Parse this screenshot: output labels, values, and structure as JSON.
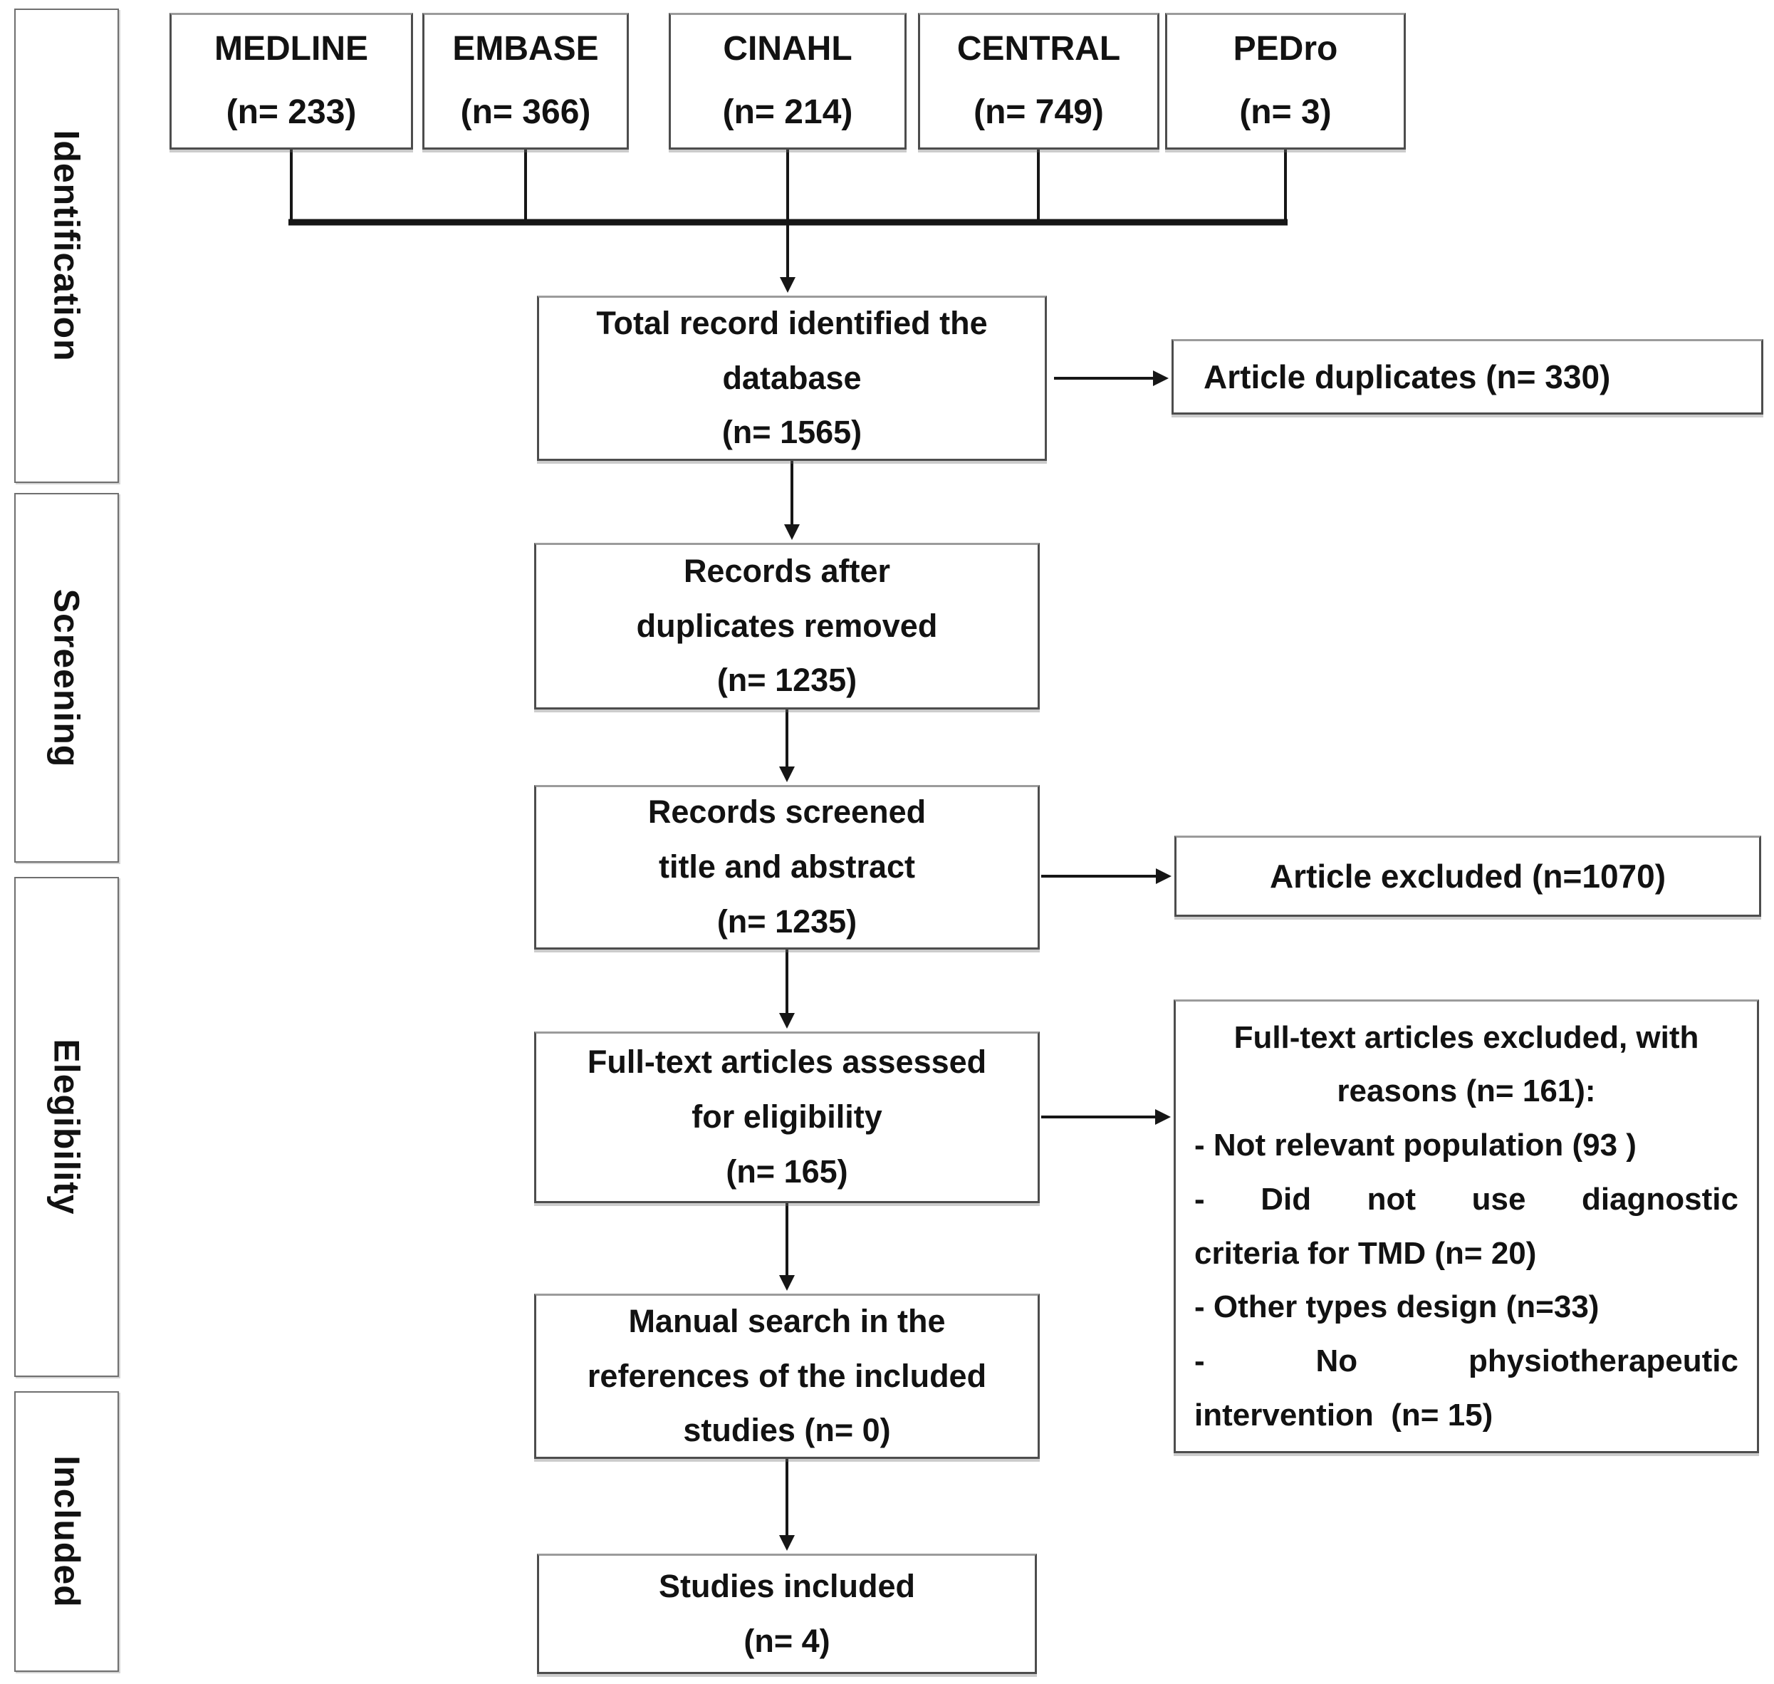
{
  "sidebar": {
    "stages": [
      {
        "label": "Identification"
      },
      {
        "label": "Screening"
      },
      {
        "label": "Elegibility"
      },
      {
        "label": "Included"
      }
    ]
  },
  "databases": [
    {
      "name": "MEDLINE",
      "count": "(n= 233)"
    },
    {
      "name": "EMBASE",
      "count": "(n= 366)"
    },
    {
      "name": "CINAHL",
      "count": "(n= 214)"
    },
    {
      "name": "CENTRAL",
      "count": "(n= 749)"
    },
    {
      "name": "PEDro",
      "count": "(n= 3)"
    }
  ],
  "boxes": {
    "total_identified": {
      "lines": [
        "Total record identified the",
        "database",
        "(n= 1565)"
      ]
    },
    "article_duplicates": {
      "text": "Article duplicates (n= 330)"
    },
    "after_duplicates": {
      "lines": [
        "Records after",
        "duplicates removed",
        "(n= 1235)"
      ]
    },
    "records_screened": {
      "lines": [
        "Records screened",
        "title and abstract",
        "(n= 1235)"
      ]
    },
    "article_excluded": {
      "text": "Article excluded (n=1070)"
    },
    "fulltext_assessed": {
      "lines": [
        "Full-text articles assessed",
        "for eligibility",
        "(n= 165)"
      ]
    },
    "fulltext_excluded": {
      "lines": [
        "Full-text articles excluded, with",
        "reasons (n= 161):",
        "- Not relevant population (93 )",
        "- Did not use diagnostic",
        "criteria for TMD (n= 20)",
        "- Other types design (n=33)",
        "- No physiotherapeutic",
        "intervention  (n= 15)"
      ]
    },
    "manual_search": {
      "lines": [
        "Manual search in the",
        "references of the included",
        "studies (n= 0)"
      ]
    },
    "studies_included": {
      "lines": [
        "Studies included",
        "(n= 4)"
      ]
    }
  },
  "colors": {
    "background": "#ffffff",
    "box_border": "#4d4d4d",
    "connector": "#161616",
    "text": "#121212"
  }
}
